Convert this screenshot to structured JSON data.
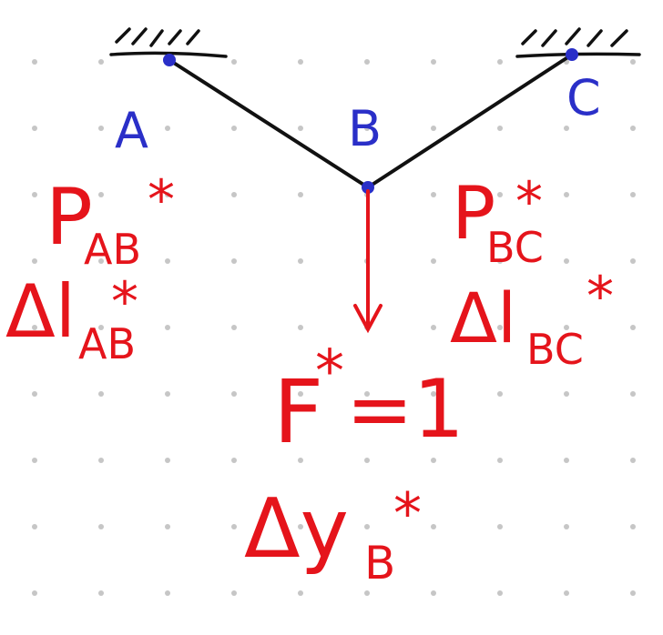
{
  "colors": {
    "dots": "#c6c6c6",
    "bar": "#111111",
    "support": "#111111",
    "joint": "#2a2fc8",
    "node_label": "#2a2fc8",
    "load": "#e5141b",
    "annotation": "#e5141b"
  },
  "nodes": {
    "a": "A",
    "b": "B",
    "c": "C"
  },
  "annotations": {
    "p_ab": {
      "main": "P",
      "sub": "AB",
      "sup": "*"
    },
    "dl_ab": {
      "main": "Δl",
      "sub": "AB",
      "sup": "*"
    },
    "p_bc": {
      "main": "P",
      "sub": "BC",
      "sup": "*"
    },
    "dl_bc": {
      "main": "Δl",
      "sub": "BC",
      "sup": "*"
    },
    "force": {
      "main": "F",
      "sup": "*",
      "rest": "=1"
    },
    "dy_b": {
      "main": "Δy",
      "sub": "B",
      "sup": "*"
    }
  }
}
